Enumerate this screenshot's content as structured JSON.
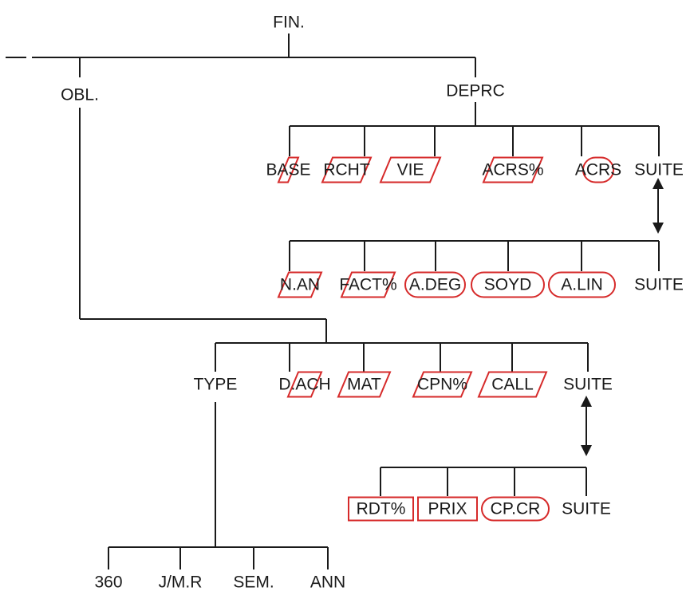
{
  "menu": {
    "root": "FIN.",
    "obl": "OBL.",
    "deprc": "DEPRC",
    "deprc_row1": [
      {
        "label": "BASE",
        "shape": "para"
      },
      {
        "label": "RCHT",
        "shape": "para"
      },
      {
        "label": "VIE",
        "shape": "para"
      },
      {
        "label": "ACRS%",
        "shape": "para"
      },
      {
        "label": "ACRS",
        "shape": "pill"
      },
      {
        "label": "SUITE",
        "shape": "none"
      }
    ],
    "deprc_row2": [
      {
        "label": "N.AN",
        "shape": "para"
      },
      {
        "label": "FACT%",
        "shape": "para"
      },
      {
        "label": "A.DEG",
        "shape": "pill"
      },
      {
        "label": "SOYD",
        "shape": "pill"
      },
      {
        "label": "A.LIN",
        "shape": "pill"
      },
      {
        "label": "SUITE",
        "shape": "none"
      }
    ],
    "obl_row1": [
      {
        "label": "TYPE",
        "shape": "none"
      },
      {
        "label": "D.ACH",
        "shape": "para"
      },
      {
        "label": "MAT",
        "shape": "para"
      },
      {
        "label": "CPN%",
        "shape": "para"
      },
      {
        "label": "CALL",
        "shape": "para"
      },
      {
        "label": "SUITE",
        "shape": "none"
      }
    ],
    "obl_row2": [
      {
        "label": "RDT%",
        "shape": "rect"
      },
      {
        "label": "PRIX",
        "shape": "rect"
      },
      {
        "label": "CP.CR",
        "shape": "pill"
      },
      {
        "label": "SUITE",
        "shape": "none"
      }
    ],
    "type_row": [
      {
        "label": "360",
        "shape": "none"
      },
      {
        "label": "J/M.R",
        "shape": "none"
      },
      {
        "label": "SEM.",
        "shape": "none"
      },
      {
        "label": "ANN",
        "shape": "none"
      }
    ]
  },
  "colors": {
    "line": "#1a1a1a",
    "key_outline": "#d62a2a"
  },
  "icons": [
    "up-down-arrow-icon"
  ]
}
